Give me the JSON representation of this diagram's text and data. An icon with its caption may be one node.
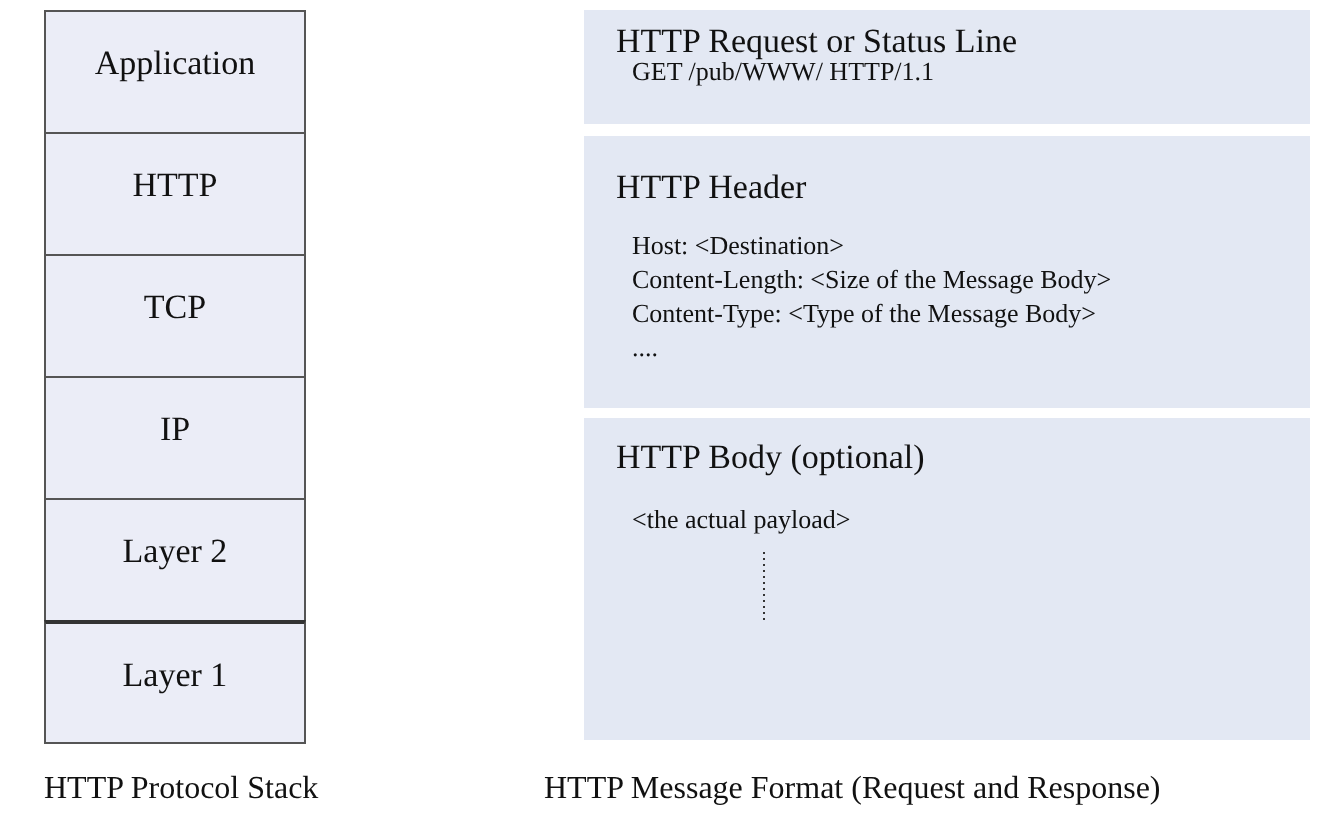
{
  "diagram": {
    "nodes": [
      {
        "text": [
          "Application"
        ]
      },
      {
        "text": [
          "HTTP"
        ]
      },
      {
        "text": [
          "TCP"
        ]
      },
      {
        "text": [
          "IP"
        ]
      },
      {
        "text": [
          "Layer 2"
        ]
      },
      {
        "text": [
          "Layer 1"
        ]
      },
      {
        "text": [
          "HTTP Request or Status Line",
          "GET /pub/WWW/ HTTP/1.1"
        ]
      },
      {
        "text": [
          "HTTP Header",
          "Host: <Destination>",
          "Content-Length: <Size of the Message Body>",
          "Content-Type: <Type of the Message Body>",
          "...."
        ]
      },
      {
        "text": [
          "HTTP Body (optional)",
          "<the actual payload>"
        ]
      }
    ],
    "labels": [
      "HTTP Protocol Stack",
      "HTTP Message Format (Request and Response)"
    ]
  }
}
